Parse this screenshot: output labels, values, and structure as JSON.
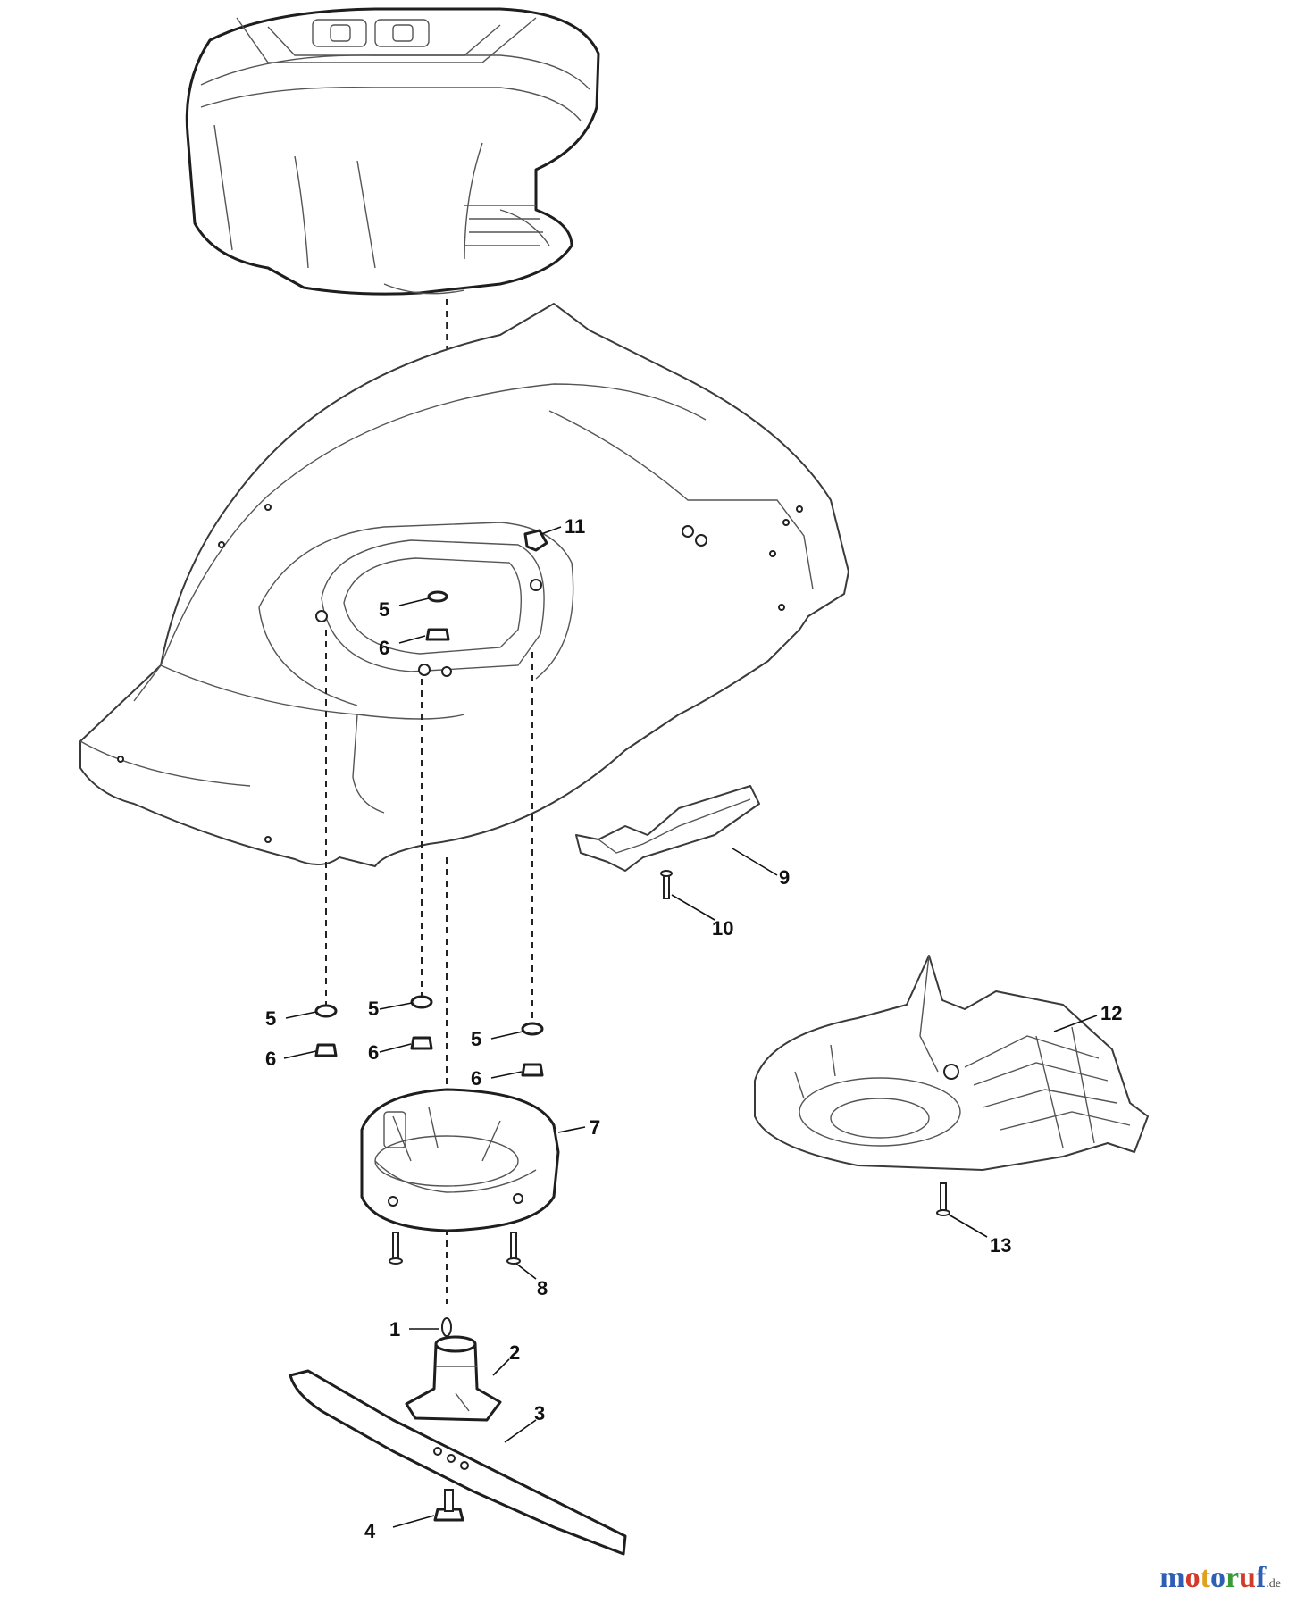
{
  "callouts": {
    "p1": "1",
    "p2": "2",
    "p3": "3",
    "p4": "4",
    "p5a": "5",
    "p5b": "5",
    "p5c": "5",
    "p5d": "5",
    "p6a": "6",
    "p6b": "6",
    "p6c": "6",
    "p6d": "6",
    "p7": "7",
    "p8": "8",
    "p9": "9",
    "p10": "10",
    "p11": "11",
    "p12": "12",
    "p13": "13"
  },
  "watermark": {
    "letters": [
      "m",
      "o",
      "t",
      "o",
      "r",
      "u",
      "f"
    ],
    "suffix": ".de",
    "colors": [
      "#2f5fb5",
      "#d23a2a",
      "#e0a020",
      "#2f5fb5",
      "#3a9a3a",
      "#d23a2a",
      "#2f5fb5"
    ]
  },
  "icons": {
    "motor": "motor-housing-icon",
    "deck": "mower-deck-icon",
    "blade": "blade-icon"
  }
}
